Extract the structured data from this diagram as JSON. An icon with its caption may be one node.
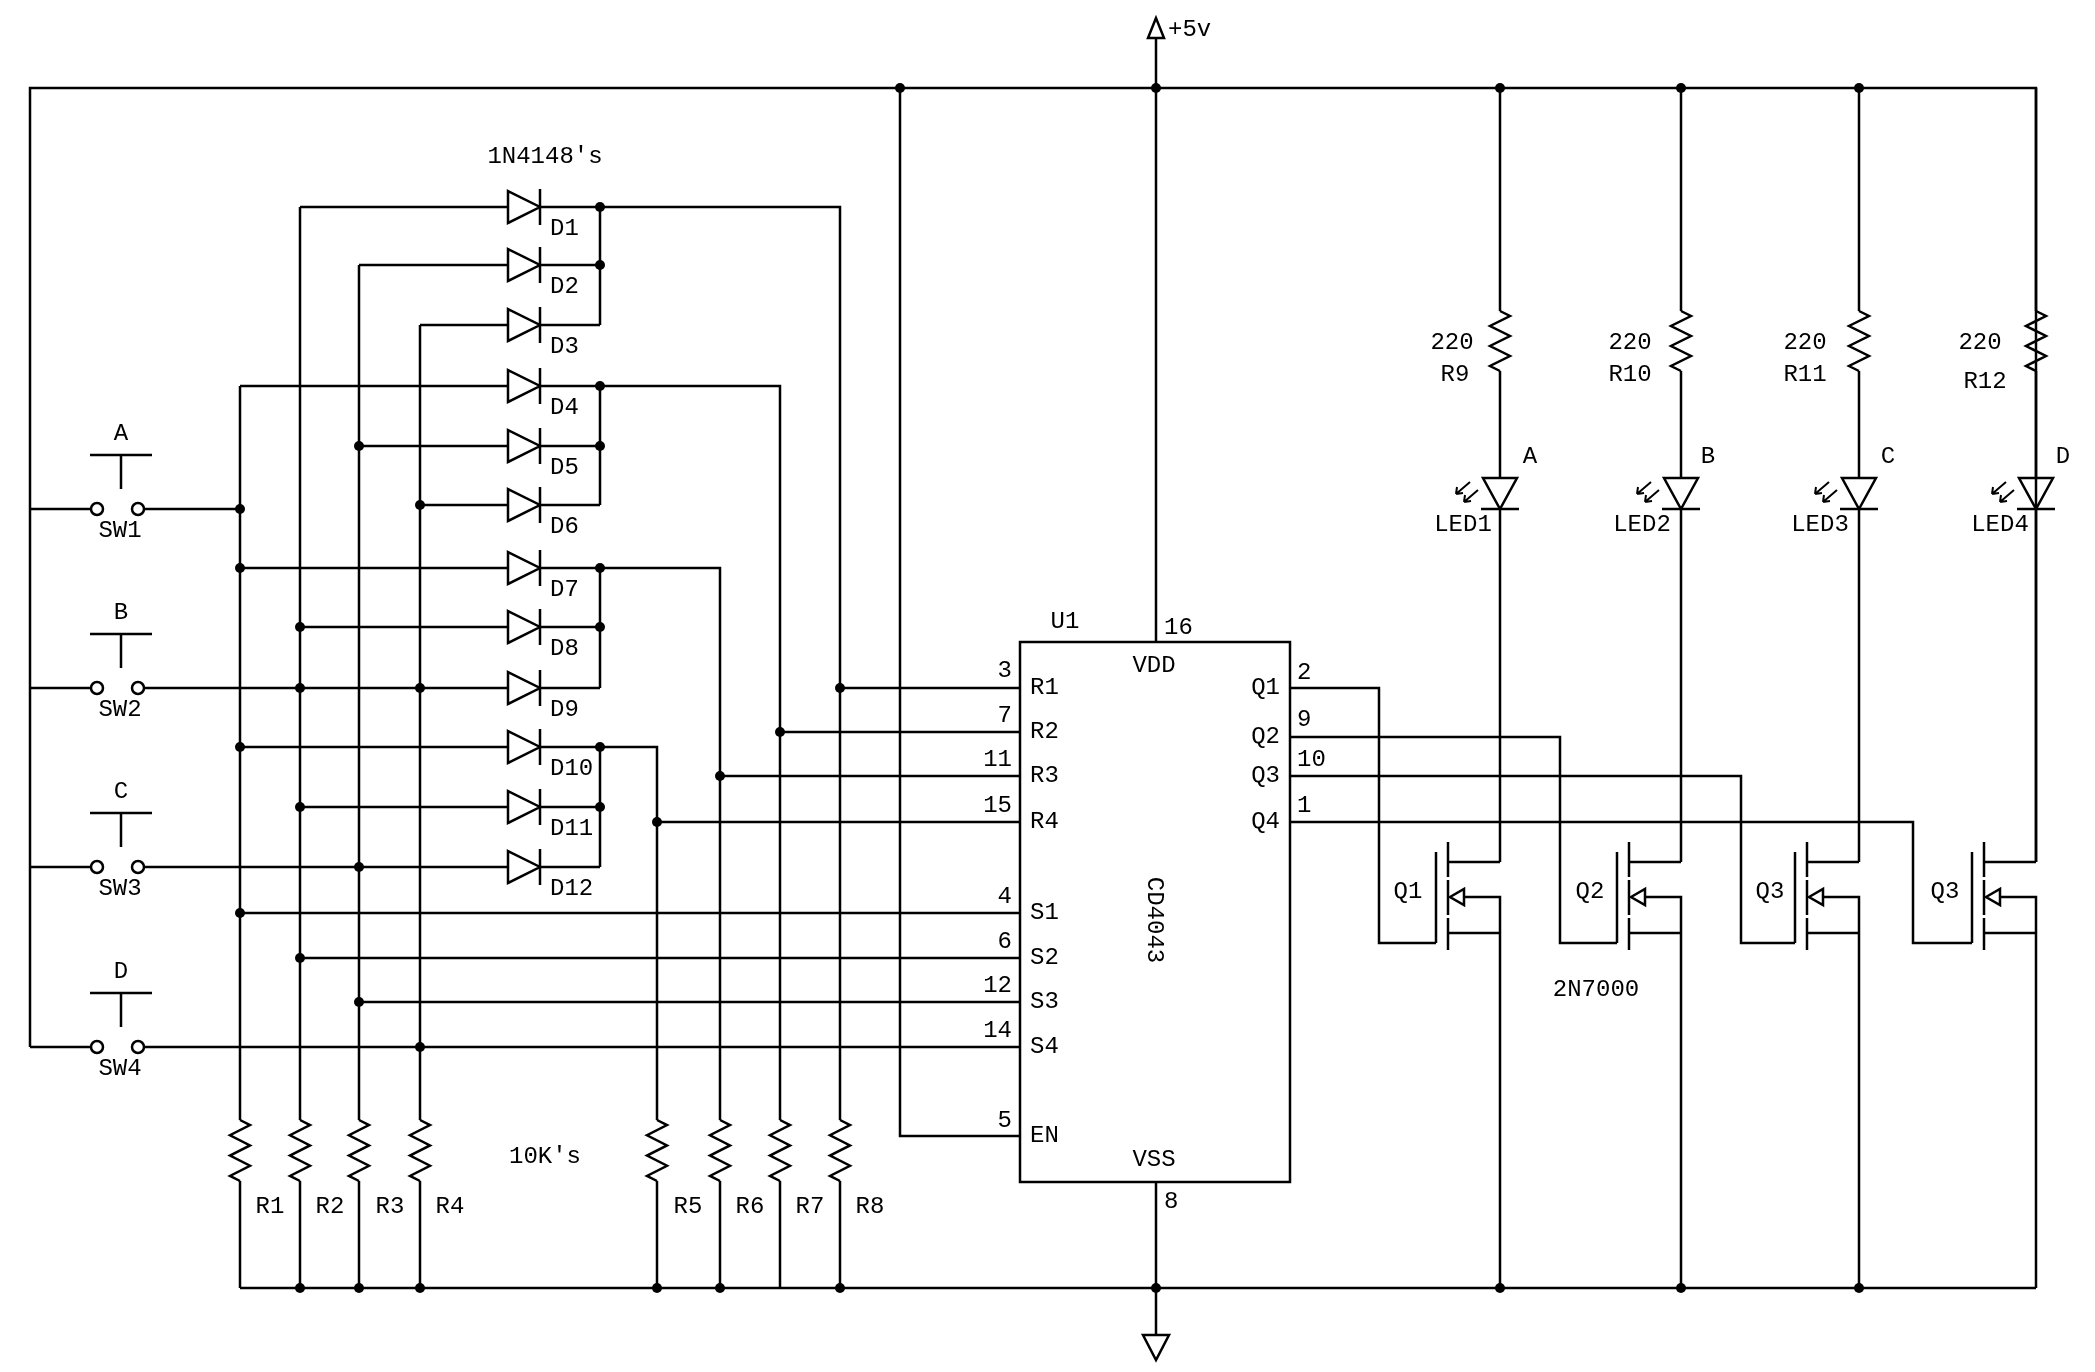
{
  "diagram": {
    "labels": [
      "+5v",
      "1N4148's",
      "D1",
      "D2",
      "D3",
      "D4",
      "D5",
      "D6",
      "D7",
      "D8",
      "D9",
      "D10",
      "D11",
      "D12",
      "A",
      "SW1",
      "B",
      "SW2",
      "C",
      "SW3",
      "D",
      "SW4",
      "220",
      "R9",
      "220",
      "R10",
      "220",
      "R11",
      "220",
      "R12",
      "A",
      "LED1",
      "B",
      "LED2",
      "C",
      "LED3",
      "D",
      "LED4",
      "Q1",
      "Q2",
      "Q3",
      "Q3",
      "2N7000",
      "10K's",
      "R1",
      "R2",
      "R3",
      "R4",
      "R5",
      "R6",
      "R7",
      "R8",
      "U1",
      "16",
      "3",
      "VDD",
      "2",
      "R1",
      "Q1",
      "7",
      "R2",
      "Q2",
      "9",
      "11",
      "R3",
      "Q3",
      "10",
      "15",
      "R4",
      "Q4",
      "1",
      "4",
      "S1",
      "CD4043",
      "6",
      "S2",
      "12",
      "S3",
      "14",
      "S4",
      "5",
      "EN",
      "VSS",
      "8"
    ]
  }
}
